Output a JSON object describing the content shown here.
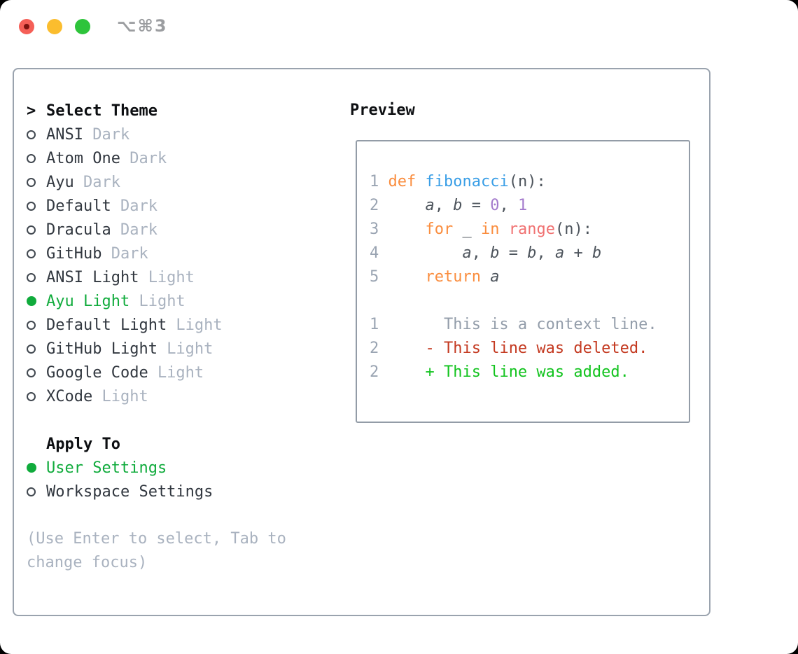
{
  "window": {
    "shortcut": "⌥⌘3"
  },
  "colors": {
    "traffic-red": "#f55f57",
    "traffic-red-dot": "#7d120e",
    "traffic-yellow": "#fbbd2e",
    "traffic-green": "#2ec43b",
    "shortcut-gray": "#9b9da0",
    "panel-border": "#9aa3ae",
    "box-border": "#939ca7",
    "header-text": "#0d0f12",
    "item-text": "#31373f",
    "muted-text": "#a9b2bf",
    "selection-green": "#10ab3c",
    "radio-border": "#40474f",
    "syn-lnum": "#9aa4b2",
    "syn-fg": "#4d545c",
    "syn-kw": "#fa8d3e",
    "syn-entity": "#399ee6",
    "syn-call": "#f07171",
    "syn-num": "#a37acc",
    "syn-ctx": "#939daa",
    "syn-del": "#c43a21",
    "syn-add": "#12c31e"
  },
  "left": {
    "header_prompt": ">",
    "header_label": "Select Theme",
    "themes": [
      {
        "name": "ANSI",
        "variant": "Dark",
        "selected": false
      },
      {
        "name": "Atom One",
        "variant": "Dark",
        "selected": false
      },
      {
        "name": "Ayu",
        "variant": "Dark",
        "selected": false
      },
      {
        "name": "Default",
        "variant": "Dark",
        "selected": false
      },
      {
        "name": "Dracula",
        "variant": "Dark",
        "selected": false
      },
      {
        "name": "GitHub",
        "variant": "Dark",
        "selected": false
      },
      {
        "name": "ANSI Light",
        "variant": "Light",
        "selected": false
      },
      {
        "name": "Ayu Light",
        "variant": "Light",
        "selected": true
      },
      {
        "name": "Default Light",
        "variant": "Light",
        "selected": false
      },
      {
        "name": "GitHub Light",
        "variant": "Light",
        "selected": false
      },
      {
        "name": "Google Code",
        "variant": "Light",
        "selected": false
      },
      {
        "name": "XCode",
        "variant": "Light",
        "selected": false
      }
    ],
    "apply_header": "Apply To",
    "apply_options": [
      {
        "label": "User Settings",
        "selected": true
      },
      {
        "label": "Workspace Settings",
        "selected": false
      }
    ],
    "hint": "(Use Enter to select, Tab to change focus)"
  },
  "preview": {
    "header": "Preview",
    "lines": [
      {
        "segs": [
          [
            "1 ",
            "lnum"
          ],
          [
            "def",
            "kw"
          ],
          [
            " ",
            "fg"
          ],
          [
            "fibonacci",
            "entity"
          ],
          [
            "(n):",
            "fg"
          ]
        ]
      },
      {
        "segs": [
          [
            "2 ",
            "lnum"
          ],
          [
            "    ",
            "fg"
          ],
          [
            "a",
            "var"
          ],
          [
            ", ",
            "fg"
          ],
          [
            "b",
            "var"
          ],
          [
            " = ",
            "fg"
          ],
          [
            "0",
            "num"
          ],
          [
            ", ",
            "fg"
          ],
          [
            "1",
            "num"
          ]
        ]
      },
      {
        "segs": [
          [
            "3 ",
            "lnum"
          ],
          [
            "    ",
            "fg"
          ],
          [
            "for",
            "kw"
          ],
          [
            " _ ",
            "fg"
          ],
          [
            "in",
            "kw"
          ],
          [
            " ",
            "fg"
          ],
          [
            "range",
            "call"
          ],
          [
            "(n):",
            "fg"
          ]
        ]
      },
      {
        "segs": [
          [
            "4 ",
            "lnum"
          ],
          [
            "        ",
            "fg"
          ],
          [
            "a",
            "var"
          ],
          [
            ", ",
            "fg"
          ],
          [
            "b",
            "var"
          ],
          [
            " = ",
            "fg"
          ],
          [
            "b",
            "var"
          ],
          [
            ", ",
            "fg"
          ],
          [
            "a",
            "var"
          ],
          [
            " + ",
            "fg"
          ],
          [
            "b",
            "var"
          ]
        ]
      },
      {
        "segs": [
          [
            "5 ",
            "lnum"
          ],
          [
            "    ",
            "fg"
          ],
          [
            "return",
            "kw"
          ],
          [
            " ",
            "fg"
          ],
          [
            "a",
            "var"
          ]
        ]
      },
      {
        "segs": []
      },
      {
        "segs": [
          [
            "1",
            "lnum"
          ],
          [
            "       This is a context line.",
            "ctx"
          ]
        ]
      },
      {
        "segs": [
          [
            "2",
            "lnum"
          ],
          [
            "     ",
            "fg"
          ],
          [
            "- This line was deleted.",
            "del"
          ]
        ]
      },
      {
        "segs": [
          [
            "2",
            "lnum"
          ],
          [
            "     ",
            "fg"
          ],
          [
            "+ This line was added.",
            "add"
          ]
        ]
      }
    ]
  }
}
